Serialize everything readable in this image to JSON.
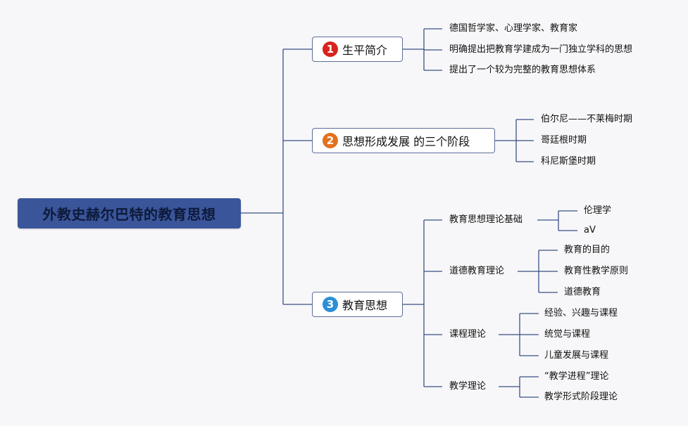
{
  "root": {
    "title": "外教史赫尔巴特的教育思想"
  },
  "branches": [
    {
      "num": "1",
      "label": "生平简介",
      "color": "#d8231c",
      "children": [
        "德国哲学家、心理学家、教育家",
        "明确提出把教育学建成为一门独立学科的思想",
        "提出了一个较为完整的教育思想体系"
      ]
    },
    {
      "num": "2",
      "label": "思想形成发展 的三个阶段",
      "color": "#e3711e",
      "children": [
        "伯尔尼——不莱梅时期",
        "哥廷根时期",
        "科尼斯堡时期"
      ]
    },
    {
      "num": "3",
      "label": "教育思想",
      "color": "#2a8fd6",
      "children": [
        {
          "label": "教育思想理论基础",
          "children": [
            "伦理学",
            "aV"
          ]
        },
        {
          "label": "道德教育理论",
          "children": [
            "教育的目的",
            "教育性教学原则",
            "道德教育"
          ]
        },
        {
          "label": "课程理论",
          "children": [
            "经验、兴趣与课程",
            "统觉与课程",
            "儿童发展与课程"
          ]
        },
        {
          "label": "教学理论",
          "children": [
            "“教学进程”理论",
            "教学形式阶段理论"
          ]
        }
      ]
    }
  ]
}
